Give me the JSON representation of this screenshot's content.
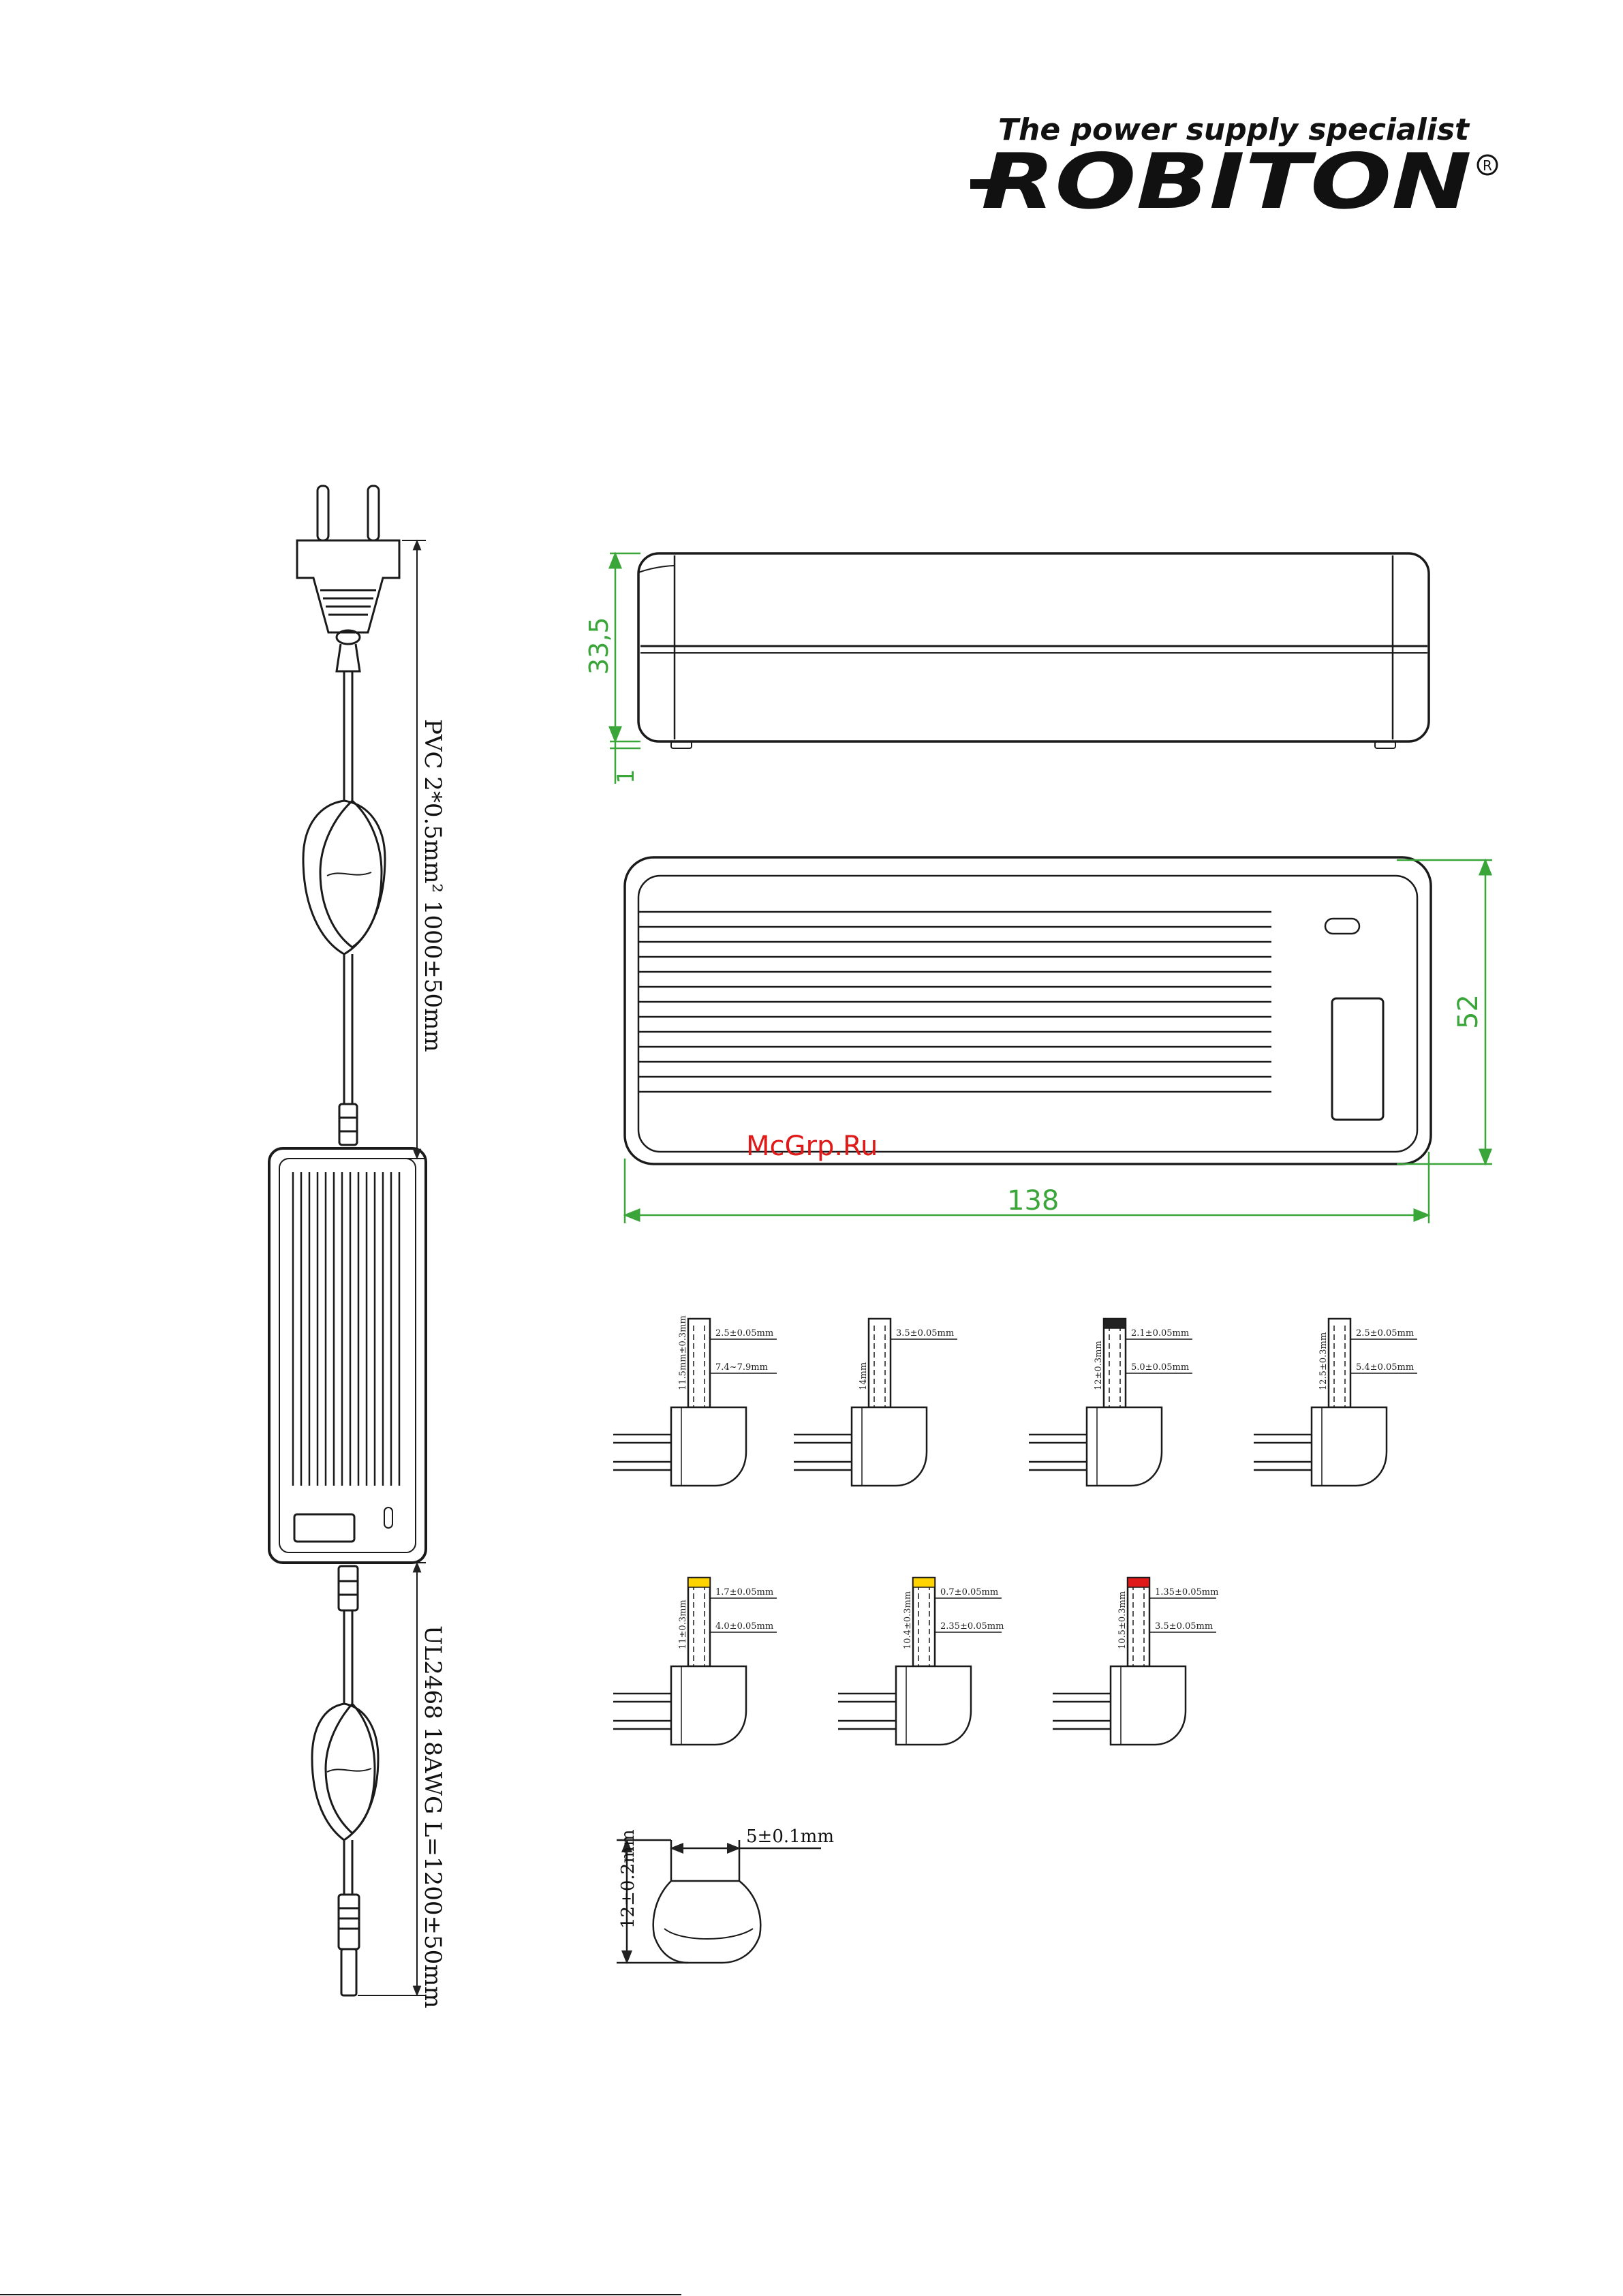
{
  "header": {
    "tagline": "The power supply specialist",
    "brand": "ROBITON",
    "registered_mark": "R"
  },
  "watermark": "McGrp.Ru",
  "cable_labels": {
    "input_cable": "PVC 2*0.5mm² 1000±50mm",
    "output_cable": "UL2468 18AWG L=1200±50mm"
  },
  "dimensions": {
    "height": "33,5",
    "foot": "1",
    "width": "52",
    "length": "138"
  },
  "tips": [
    {
      "name": "tip-1",
      "band": "",
      "labels": [
        "11.5mm±0.3mm",
        "2.5±0.05mm",
        "7.4~7.9mm"
      ]
    },
    {
      "name": "tip-2",
      "band": "",
      "labels": [
        "14mm",
        "3.5±0.05mm"
      ]
    },
    {
      "name": "tip-3",
      "band": "#222222",
      "labels": [
        "12±0.3mm",
        "2.1±0.05mm",
        "5.0±0.05mm"
      ]
    },
    {
      "name": "tip-4",
      "band": "",
      "labels": [
        "12.5±0.3mm",
        "2.5±0.05mm",
        "5.4±0.05mm"
      ]
    },
    {
      "name": "tip-5",
      "band": "#ffd400",
      "labels": [
        "11±0.3mm",
        "1.7±0.05mm",
        "4.0±0.05mm"
      ]
    },
    {
      "name": "tip-6",
      "band": "#ffd400",
      "labels": [
        "10.4±0.3mm",
        "0.7±0.05mm",
        "2.35±0.05mm"
      ]
    },
    {
      "name": "tip-7",
      "band": "#e01919",
      "labels": [
        "10.5±0.3mm",
        "1.35±0.05mm",
        "3.5±0.05mm"
      ]
    }
  ],
  "connector_detail": {
    "width_label": "5±0.1mm",
    "height_label": "12±0.2mm"
  },
  "colors": {
    "dimension_lines": "#3aa63a",
    "watermark": "#e01919",
    "outline": "#1a1a1a"
  }
}
